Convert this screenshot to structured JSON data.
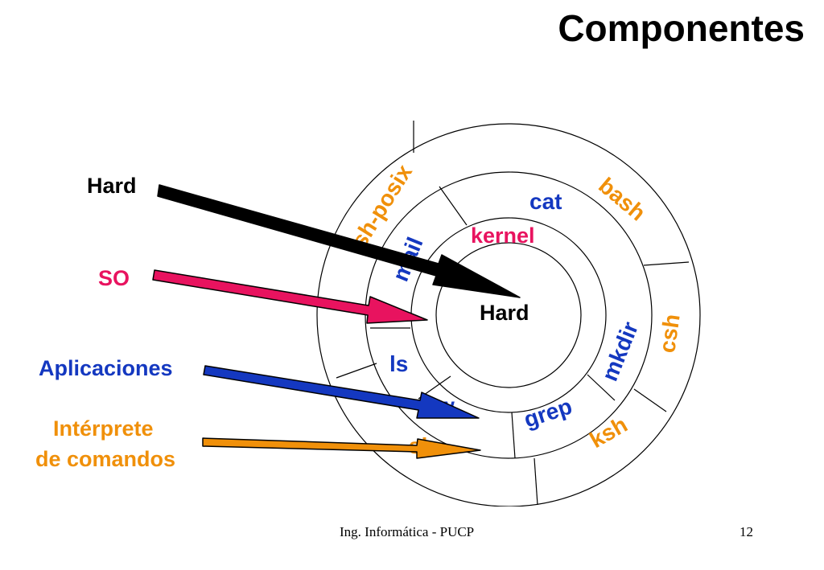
{
  "slide": {
    "title": "Componentes",
    "footer": {
      "left": "Ing. Informática - PUCP",
      "page": "12"
    }
  },
  "colors": {
    "hard": "#000000",
    "so": "#e8135f",
    "apps": "#1438c0",
    "shell": "#f0900a"
  },
  "labels": {
    "hard": "Hard",
    "so": "SO",
    "apps": "Aplicaciones",
    "shell_line1": "Intérprete",
    "shell_line2": "de comandos"
  },
  "diagram": {
    "core": "Hard",
    "kernel": "kernel",
    "apps": [
      "cat",
      "mail",
      "ls",
      "w",
      "grep",
      "mkdir"
    ],
    "shells": [
      "sh-posix",
      "bash",
      "csh",
      "ksh",
      "sh"
    ]
  }
}
